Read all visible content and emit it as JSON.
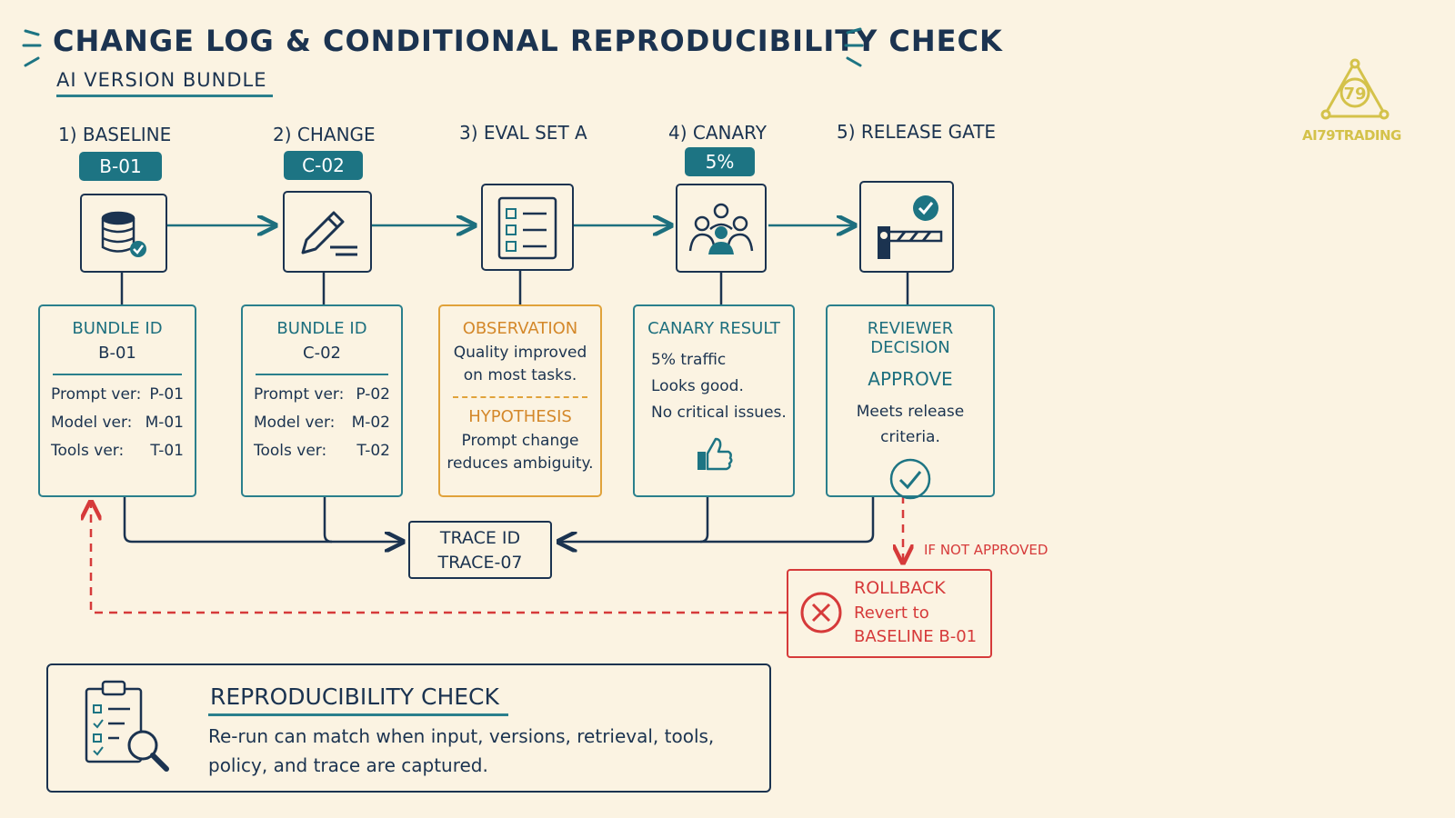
{
  "title": "CHANGE LOG & CONDITIONAL REPRODUCIBILITY CHECK",
  "subtitle": "AI VERSION BUNDLE",
  "logo": {
    "text": "AI79TRADING",
    "icon": "ai79-triangle-logo",
    "color": "#d4c24a"
  },
  "colors": {
    "teal": "#1d7483",
    "navy": "#1b3350",
    "orange": "#e0a23a",
    "red": "#d63a3a",
    "background": "#fbf3e2"
  },
  "steps": [
    {
      "label": "1) BASELINE",
      "badge": "B-01",
      "icon": "database-check-icon"
    },
    {
      "label": "2) CHANGE",
      "badge": "C-02",
      "icon": "pencil-edit-icon"
    },
    {
      "label": "3) EVAL SET A",
      "icon": "checklist-icon"
    },
    {
      "label": "4) CANARY",
      "badge": "5%",
      "icon": "users-group-icon"
    },
    {
      "label": "5) RELEASE GATE",
      "icon": "barrier-gate-check-icon"
    }
  ],
  "cards": {
    "baseline": {
      "heading": "BUNDLE ID",
      "id": "B-01",
      "rows": [
        {
          "key": "Prompt ver:",
          "value": "P-01"
        },
        {
          "key": "Model ver:",
          "value": "M-01"
        },
        {
          "key": "Tools ver:",
          "value": "T-01"
        }
      ]
    },
    "change": {
      "heading": "BUNDLE ID",
      "id": "C-02",
      "rows": [
        {
          "key": "Prompt ver:",
          "value": "P-02"
        },
        {
          "key": "Model ver:",
          "value": "M-02"
        },
        {
          "key": "Tools ver:",
          "value": "T-02"
        }
      ]
    },
    "eval": {
      "observation_heading": "OBSERVATION",
      "observation_lines": [
        "Quality improved",
        "on most tasks."
      ],
      "hypothesis_heading": "HYPOTHESIS",
      "hypothesis_lines": [
        "Prompt change",
        "reduces ambiguity."
      ]
    },
    "canary": {
      "heading": "CANARY RESULT",
      "lines": [
        "5% traffic",
        "Looks good.",
        "No critical issues."
      ],
      "icon": "thumbs-up-icon"
    },
    "gate": {
      "heading": "REVIEWER DECISION",
      "decision": "APPROVE",
      "lines": [
        "Meets release",
        "criteria."
      ],
      "icon": "check-circle-icon"
    }
  },
  "trace": {
    "line1": "TRACE ID",
    "line2": "TRACE-07"
  },
  "rollback": {
    "condition": "IF NOT APPROVED",
    "heading": "ROLLBACK",
    "line1": "Revert to",
    "line2": "BASELINE B-01",
    "icon": "x-circle-icon"
  },
  "repro": {
    "heading": "REPRODUCIBILITY CHECK",
    "line1": "Re-run can match when input, versions, retrieval, tools,",
    "line2": "policy, and trace are captured.",
    "icon": "clipboard-search-icon"
  }
}
